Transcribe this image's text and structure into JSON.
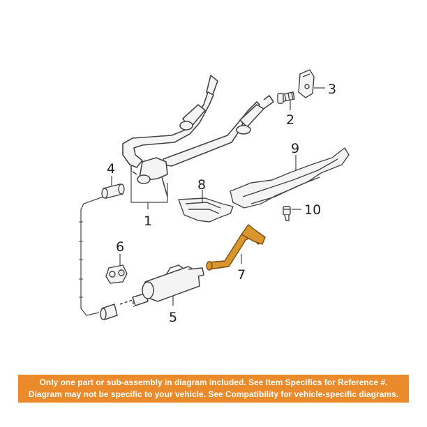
{
  "callouts": {
    "c1": "1",
    "c2": "2",
    "c3": "3",
    "c4": "4",
    "c5": "5",
    "c6": "6",
    "c7": "7",
    "c8": "8",
    "c9": "9",
    "c10": "10"
  },
  "colors": {
    "line_art": "#444444",
    "part_fill": "#f4f4f4",
    "highlight_part": "#d9962e",
    "banner_bg": "#ea8a2a",
    "banner_text": "#ffffff"
  },
  "banner": {
    "line1": "Only one part or sub-assembly in diagram included. See Item Specifics for Reference #.",
    "line2": "Diagram may not be specific to your vehicle. See Compatibility for vehicle-specific diagrams."
  }
}
